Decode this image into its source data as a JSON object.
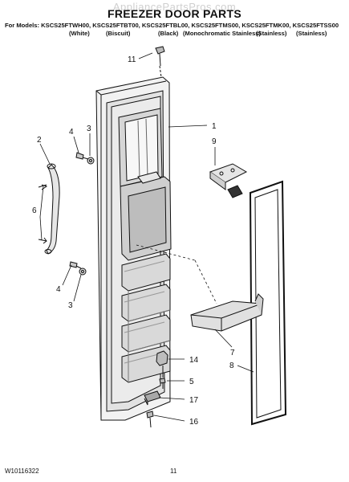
{
  "header": {
    "watermark": "AppliancePartsPros.com",
    "title": "FREEZER DOOR PARTS",
    "models_line": "For Models: KSCS25FTWH00, KSCS25FTBT00, KSCS25FTBL00, KSCS25FTMS00, KSCS25FTMK00, KSCS25FTSS00",
    "colors": [
      "(White)",
      "(Biscuit)",
      "(Black)",
      "(Monochromatic Stainless)",
      "(Stainless)",
      "(Stainless)"
    ]
  },
  "callouts": {
    "c11": "11",
    "c1": "1",
    "c9": "9",
    "c4a": "4",
    "c3a": "3",
    "c2": "2",
    "c6": "6",
    "c4b": "4",
    "c3b": "3",
    "c7": "7",
    "c8": "8",
    "c14": "14",
    "c5": "5",
    "c17": "17",
    "c16": "16"
  },
  "footer": {
    "doc_number": "W10116322",
    "page_number": "11"
  }
}
